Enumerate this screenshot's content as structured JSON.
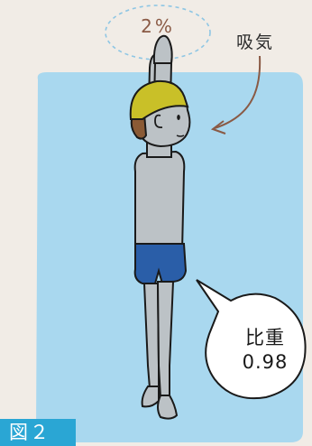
{
  "illustration": {
    "surface_percent": "2%",
    "breath_label": "吸気",
    "specific_gravity_label": "比重",
    "specific_gravity_value": "0.98",
    "figure_label": "図２"
  },
  "colors": {
    "background": "#f1ece6",
    "water": "#a9d8ef",
    "cap": "#c9c028",
    "hair": "#8a5a35",
    "skin": "#bcc2c6",
    "swimsuit": "#2a5ea8",
    "arrow": "#8a5a45",
    "figure_tag": "#2aa6d4"
  }
}
